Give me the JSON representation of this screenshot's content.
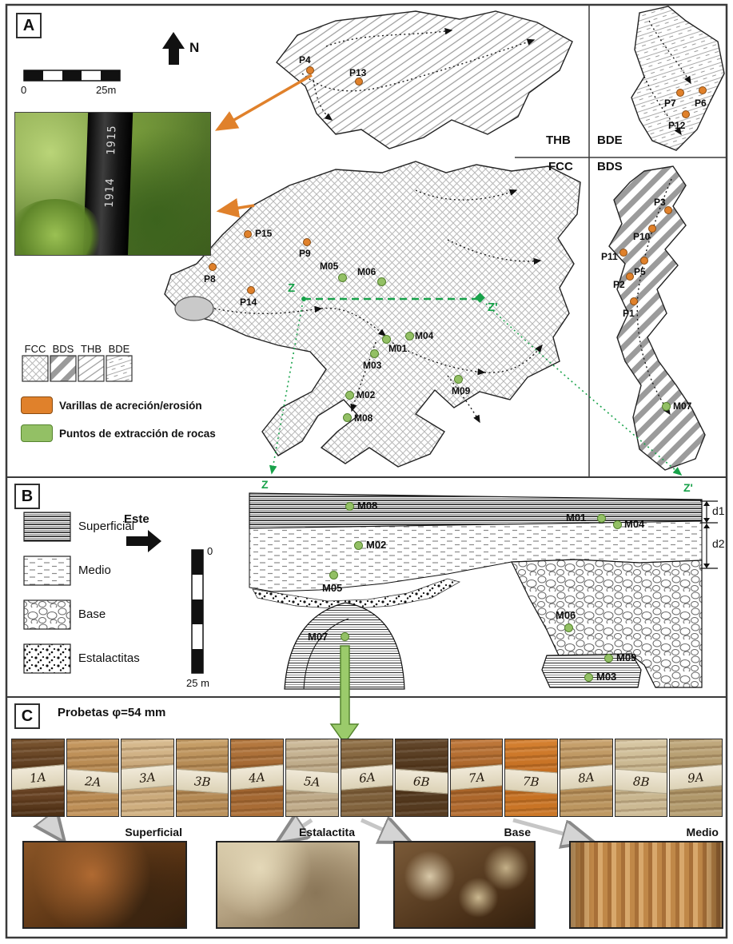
{
  "colors": {
    "orange": "#E0812B",
    "green": "#93C065",
    "accent_green": "#18A24A"
  },
  "panel_a": {
    "tag": "A",
    "north_label": "N",
    "scale": {
      "left": "0",
      "right": "25m"
    },
    "photo_numbers": [
      "1915",
      "1914"
    ],
    "region_labels": {
      "thb": "THB",
      "bde": "BDE",
      "fcc": "FCC",
      "bds": "BDS"
    },
    "section_line": {
      "start": "Z",
      "end": "Z'"
    },
    "points_thb": [
      {
        "label": "P4"
      },
      {
        "label": "P13"
      }
    ],
    "points_bde": [
      {
        "label": "P7"
      },
      {
        "label": "P6"
      },
      {
        "label": "P12"
      }
    ],
    "points_fcc": [
      {
        "label": "P15"
      },
      {
        "label": "P9"
      },
      {
        "label": "P8"
      },
      {
        "label": "P14"
      },
      {
        "label": "M05"
      },
      {
        "label": "M06"
      },
      {
        "label": "M01"
      },
      {
        "label": "M04"
      },
      {
        "label": "M03"
      },
      {
        "label": "M02"
      },
      {
        "label": "M09"
      },
      {
        "label": "M08"
      }
    ],
    "points_bds": [
      {
        "label": "P3"
      },
      {
        "label": "P10"
      },
      {
        "label": "P11"
      },
      {
        "label": "P5"
      },
      {
        "label": "P2"
      },
      {
        "label": "P1"
      },
      {
        "label": "M07"
      }
    ],
    "legend": {
      "pattern_labels": [
        "FCC",
        "BDS",
        "THB",
        "BDE"
      ],
      "rods_label": "Varillas de acreción/erosión",
      "rocks_label": "Puntos de extracción de rocas"
    }
  },
  "panel_b": {
    "tag": "B",
    "legend": [
      {
        "label": "Superficial"
      },
      {
        "label": "Medio"
      },
      {
        "label": "Base"
      },
      {
        "label": "Estalactitas"
      }
    ],
    "east_label": "Este",
    "scale": {
      "top": "0",
      "bottom": "25 m"
    },
    "section_line": {
      "start": "Z",
      "end": "Z'"
    },
    "depths": {
      "d1": "d1",
      "d2": "d2"
    },
    "points": [
      {
        "label": "M08"
      },
      {
        "label": "M01"
      },
      {
        "label": "M04"
      },
      {
        "label": "M02"
      },
      {
        "label": "M05"
      },
      {
        "label": "M07"
      },
      {
        "label": "M06"
      },
      {
        "label": "M09"
      },
      {
        "label": "M03"
      }
    ]
  },
  "panel_c": {
    "tag": "C",
    "title": "Probetas φ=54 mm",
    "cores": [
      {
        "label": "1A"
      },
      {
        "label": "2A"
      },
      {
        "label": "3A"
      },
      {
        "label": "3B"
      },
      {
        "label": "4A"
      },
      {
        "label": "5A"
      },
      {
        "label": "6A"
      },
      {
        "label": "6B"
      },
      {
        "label": "7A"
      },
      {
        "label": "7B"
      },
      {
        "label": "8A"
      },
      {
        "label": "8B"
      },
      {
        "label": "9A"
      }
    ],
    "closeups": [
      {
        "label": "Superficial"
      },
      {
        "label": "Estalactita"
      },
      {
        "label": "Base"
      },
      {
        "label": "Medio"
      }
    ]
  }
}
